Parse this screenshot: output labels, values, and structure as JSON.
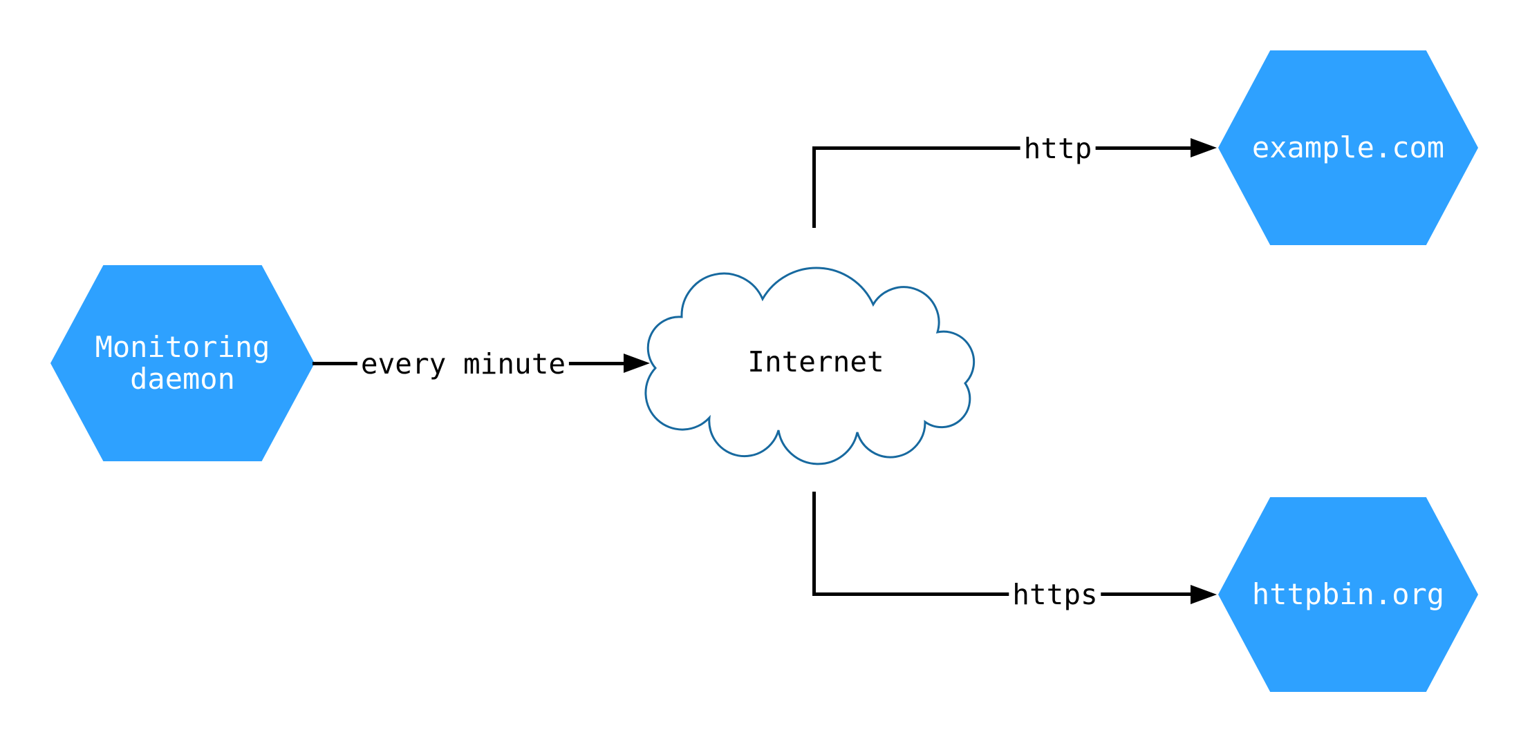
{
  "diagram": {
    "type": "network-diagram",
    "colors": {
      "background": "#ffffff",
      "node_fill": "#2EA1FF",
      "node_text": "#ffffff",
      "cloud_stroke": "#17699F",
      "connector": "#000000"
    },
    "nodes": {
      "monitoring_daemon": {
        "shape": "hexagon",
        "label": "Monitoring daemon",
        "line1": "Monitoring",
        "line2": "daemon"
      },
      "internet": {
        "shape": "cloud",
        "label": "Internet"
      },
      "example_com": {
        "shape": "hexagon",
        "label": "example.com"
      },
      "httpbin_org": {
        "shape": "hexagon",
        "label": "httpbin.org"
      }
    },
    "edges": [
      {
        "from": "monitoring_daemon",
        "to": "internet",
        "label": "every minute"
      },
      {
        "from": "internet",
        "to": "example_com",
        "label": "http"
      },
      {
        "from": "internet",
        "to": "httpbin_org",
        "label": "https"
      }
    ]
  }
}
